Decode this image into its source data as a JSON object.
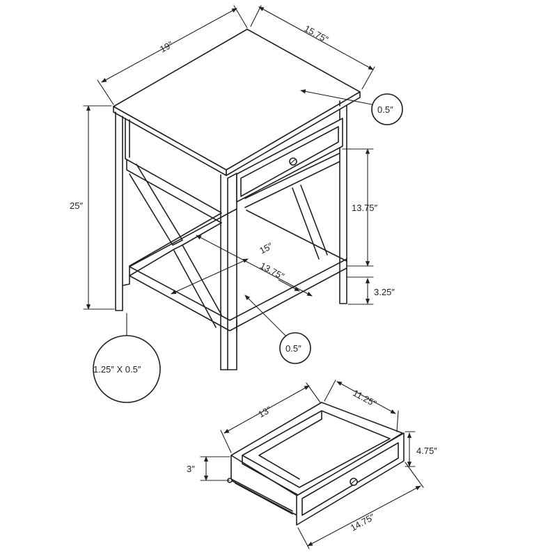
{
  "table": {
    "width": "19″",
    "depth": "15.75″",
    "height": "25″",
    "top_thickness": "0.5″",
    "drawer_space_height": "13.75″",
    "shelf_width": "15″",
    "shelf_depth": "13.75″",
    "shelf_clearance": "3.25″",
    "shelf_thickness": "0.5″",
    "leg_size": "1.25″ X 0.5″"
  },
  "drawer": {
    "width": "13″",
    "depth": "11.25″",
    "inner_height": "3″",
    "front_height": "4.75″",
    "front_width": "14.75″"
  }
}
